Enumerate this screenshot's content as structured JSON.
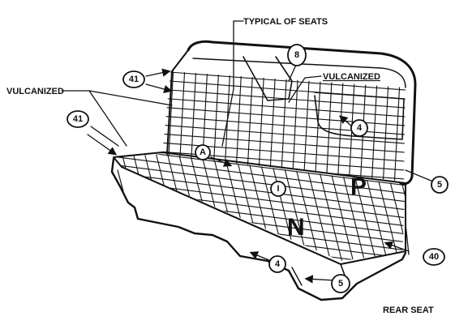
{
  "labels": {
    "typical_of_seats": "TYPICAL OF SEATS",
    "vulcanized_left": "VULCANIZED",
    "vulcanized_right": "VULCANIZED",
    "rear_seat": "REAR SEAT",
    "letter_p": "P",
    "letter_n": "N"
  },
  "callouts": {
    "c8": "8",
    "c41_upper": "41",
    "c41_left": "41",
    "cA": "A",
    "c1": "I",
    "c4_back": "4",
    "c5_right": "5",
    "c40": "40",
    "c4_lower": "4",
    "c5_lower": "5"
  }
}
